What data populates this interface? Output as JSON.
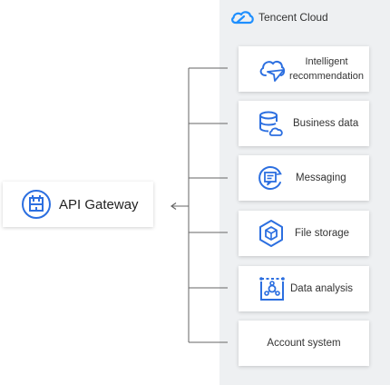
{
  "brand": {
    "name": "Tencent Cloud",
    "icon": "cloud-logo-icon",
    "color": "#1e8fff"
  },
  "gateway": {
    "label": "API Gateway",
    "icon": "gateway-icon"
  },
  "services": [
    {
      "label_line1": "Intelligent",
      "label_line2": "recommendation",
      "icon": "cloud-send-icon"
    },
    {
      "label": "Business data",
      "icon": "database-cloud-icon"
    },
    {
      "label": "Messaging",
      "icon": "message-icon"
    },
    {
      "label": "File storage",
      "icon": "cube-icon"
    },
    {
      "label": "Data analysis",
      "icon": "analysis-icon"
    },
    {
      "label": "Account system"
    }
  ],
  "colors": {
    "accent": "#2c6fe0",
    "line": "#666666",
    "panel": "#eef0f2"
  }
}
